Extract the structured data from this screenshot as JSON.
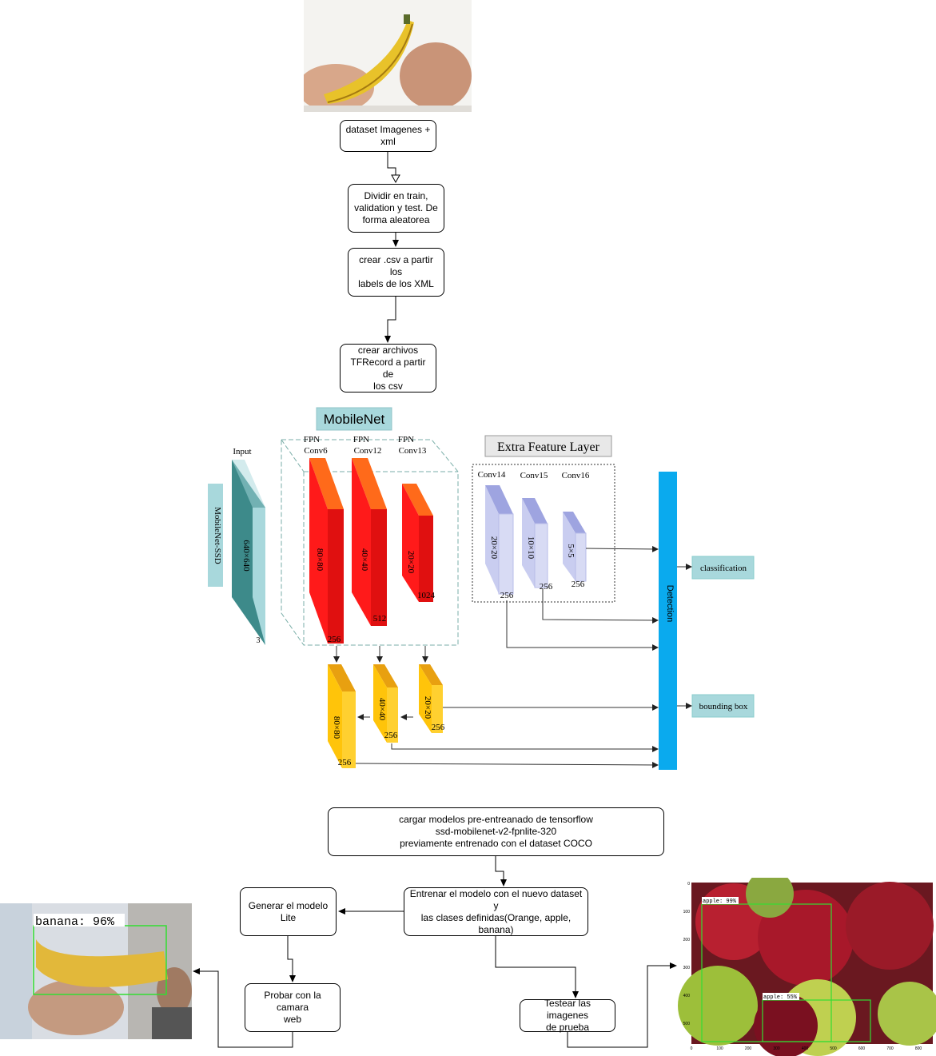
{
  "flowchart": {
    "step_dataset": "dataset Imagenes +\nxml",
    "step_split": "Dividir en train,\nvalidation y test. De\nforma aleatorea",
    "step_csv": "crear .csv a partir los\nlabels de los XML",
    "step_tfrecord": "crear archivos\nTFRecord a partir de\nlos csv",
    "step_load_model": "cargar modelos pre-entreanado de tensorflow\nssd-mobilenet-v2-fpnlite-320\npreviamente entrenado con el dataset COCO",
    "step_train": "Entrenar el modelo con el nuevo dataset y\nlas clases definidas(Orange, apple,\nbanana)",
    "step_lite": "Generar el modelo\nLite",
    "step_webcam": "Probar con la camara\nweb",
    "step_test": "Testear las imagenes\nde prueba"
  },
  "network": {
    "mobilenet_title": "MobileNet",
    "extra_title": "Extra Feature Layer",
    "side_label": "MobileNet-SSD",
    "input_label": "Input",
    "input_size": "640×640",
    "input_channels": "3",
    "fpn_label": "FPN",
    "conv6": "Conv6",
    "conv12": "Conv12",
    "conv13": "Conv13",
    "conv14": "Conv14",
    "conv15": "Conv15",
    "conv16": "Conv16",
    "size_80": "80×80",
    "size_40": "40×40",
    "size_20": "20×20",
    "size_10": "10×10",
    "size_5": "5×5",
    "ch_256": "256",
    "ch_512": "512",
    "ch_1024": "1024",
    "detection": "Detection",
    "classification": "classification",
    "bounding_box": "bounding box"
  },
  "results": {
    "webcam_label": "banana: 96%",
    "apple_label_1": "apple: 99%",
    "apple_label_2": "apple: 55%",
    "y_ticks": [
      "0",
      "100",
      "200",
      "300",
      "400",
      "500"
    ],
    "x_ticks": [
      "0",
      "100",
      "200",
      "300",
      "400",
      "500",
      "600",
      "700",
      "800"
    ]
  },
  "colors": {
    "teal": "#a8d8dc",
    "teal_dark": "#3d8a8a",
    "red": "#ff1a1a",
    "orange_top": "#ff6a1a",
    "yellow": "#ffc40a",
    "lavender": "#c9cdf0",
    "detection_blue": "#0aaaee"
  }
}
